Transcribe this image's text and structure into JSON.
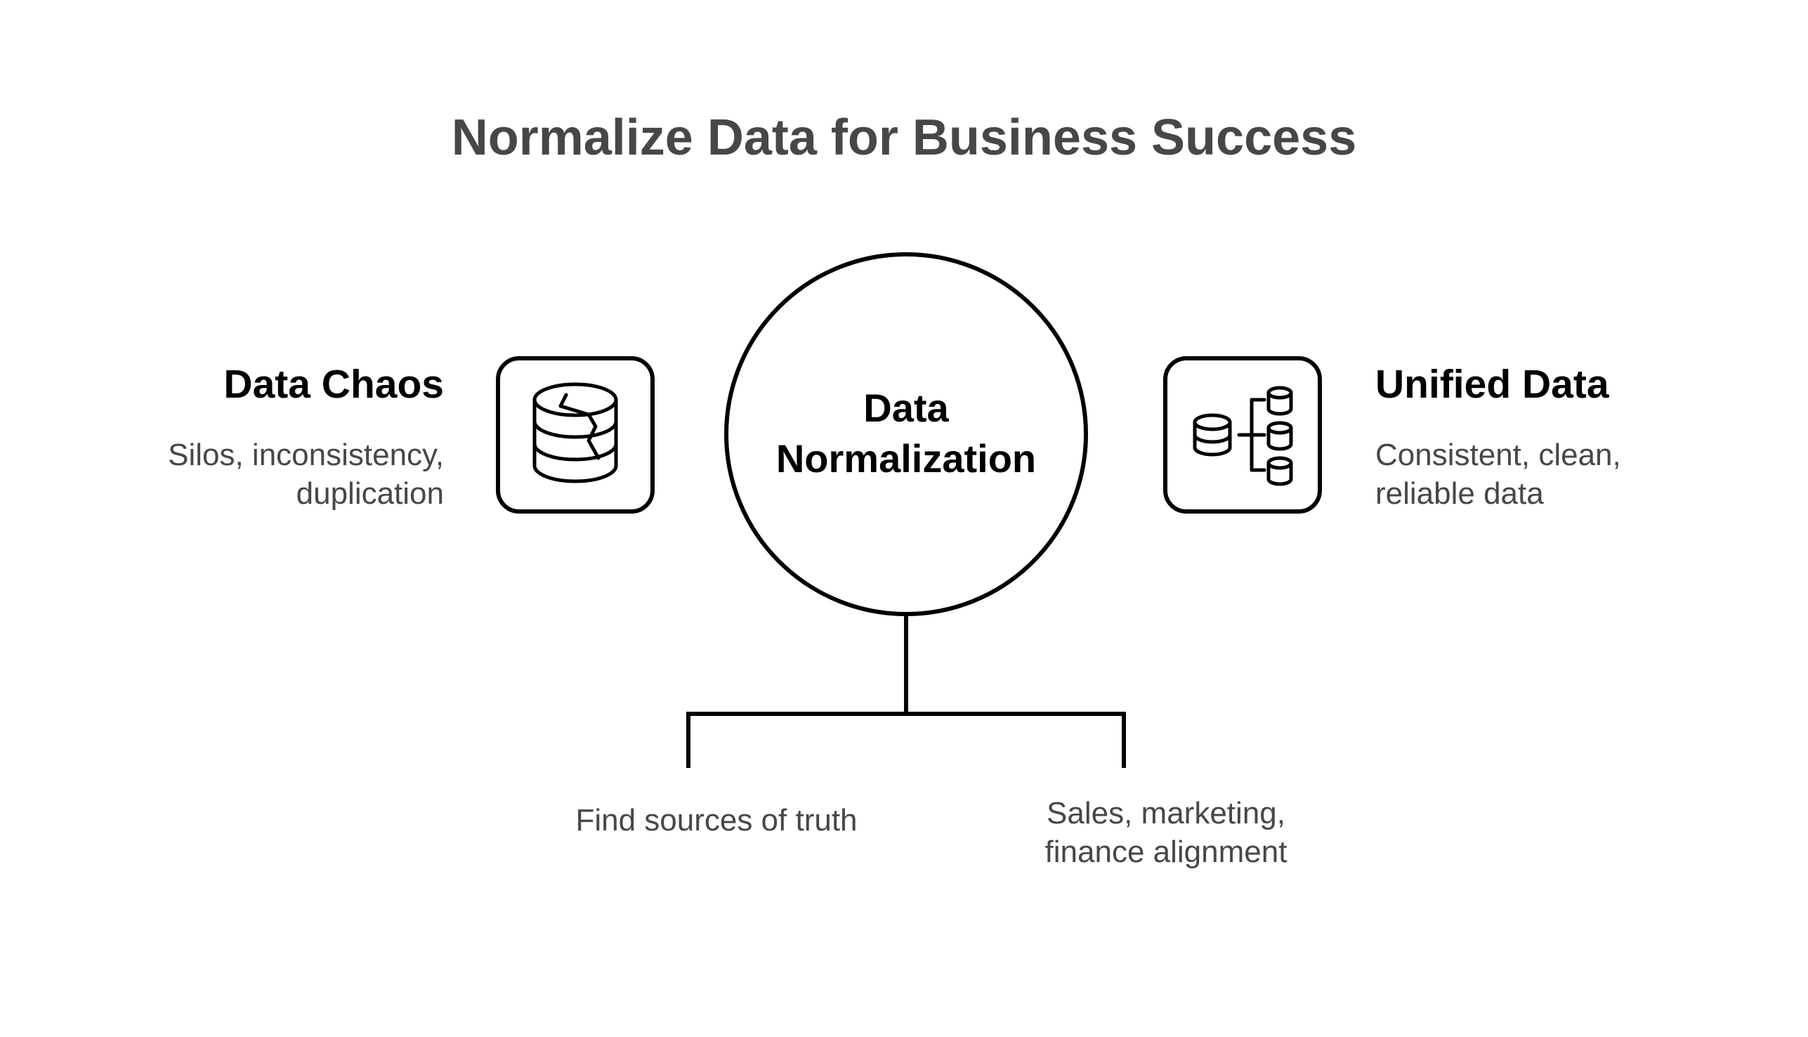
{
  "title": "Normalize Data for Business Success",
  "center": {
    "label": "Data\nNormalization"
  },
  "left_item": {
    "title": "Data Chaos",
    "description": "Silos, inconsistency,\nduplication",
    "icon": "cracked-database-icon"
  },
  "right_item": {
    "title": "Unified Data",
    "description": "Consistent, clean,\nreliable data",
    "icon": "database-network-icon"
  },
  "branches": [
    {
      "label": "Find sources of truth"
    },
    {
      "label": "Sales, marketing,\nfinance alignment"
    }
  ],
  "colors": {
    "title": "#474747",
    "stroke": "#000000",
    "body_text": "#474747",
    "background": "#ffffff"
  }
}
